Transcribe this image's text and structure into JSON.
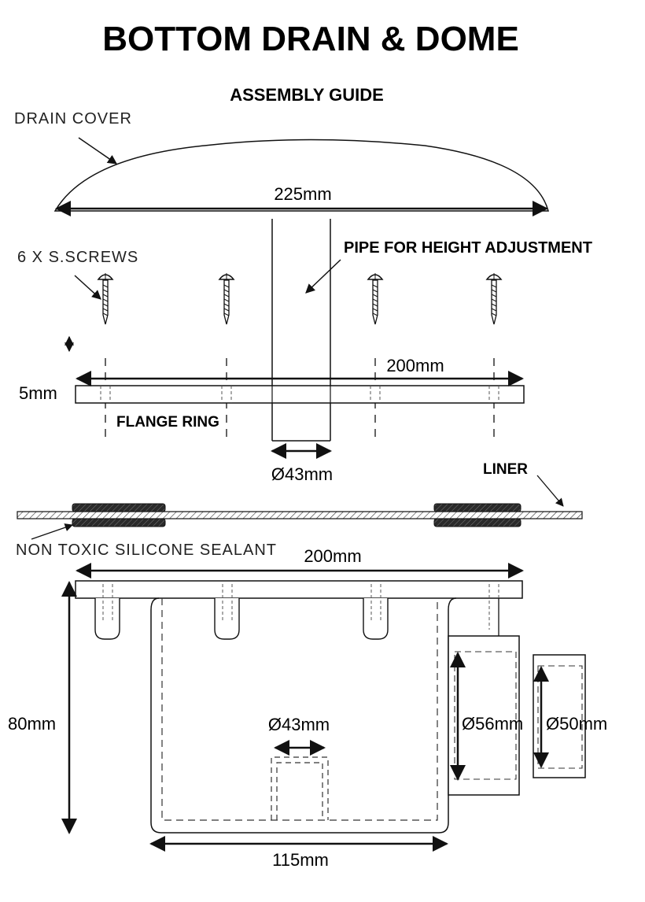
{
  "title": "BOTTOM DRAIN & DOME",
  "subtitle": "ASSEMBLY GUIDE",
  "labels": {
    "drain_cover": "DRAIN COVER",
    "screws": "6 X S.SCREWS",
    "pipe": "PIPE FOR HEIGHT ADJUSTMENT",
    "flange_ring": "FLANGE RING",
    "liner": "LINER",
    "sealant": "NON TOXIC SILICONE SEALANT"
  },
  "dimensions": {
    "cover_width": "225mm",
    "flange_width": "200mm",
    "flange_thickness": "5mm",
    "pipe_dia": "Ø43mm",
    "body_width": "200mm",
    "body_height": "80mm",
    "outlet_dia": "Ø43mm",
    "side_outer": "Ø56mm",
    "side_inner": "Ø50mm",
    "base_width": "115mm"
  }
}
